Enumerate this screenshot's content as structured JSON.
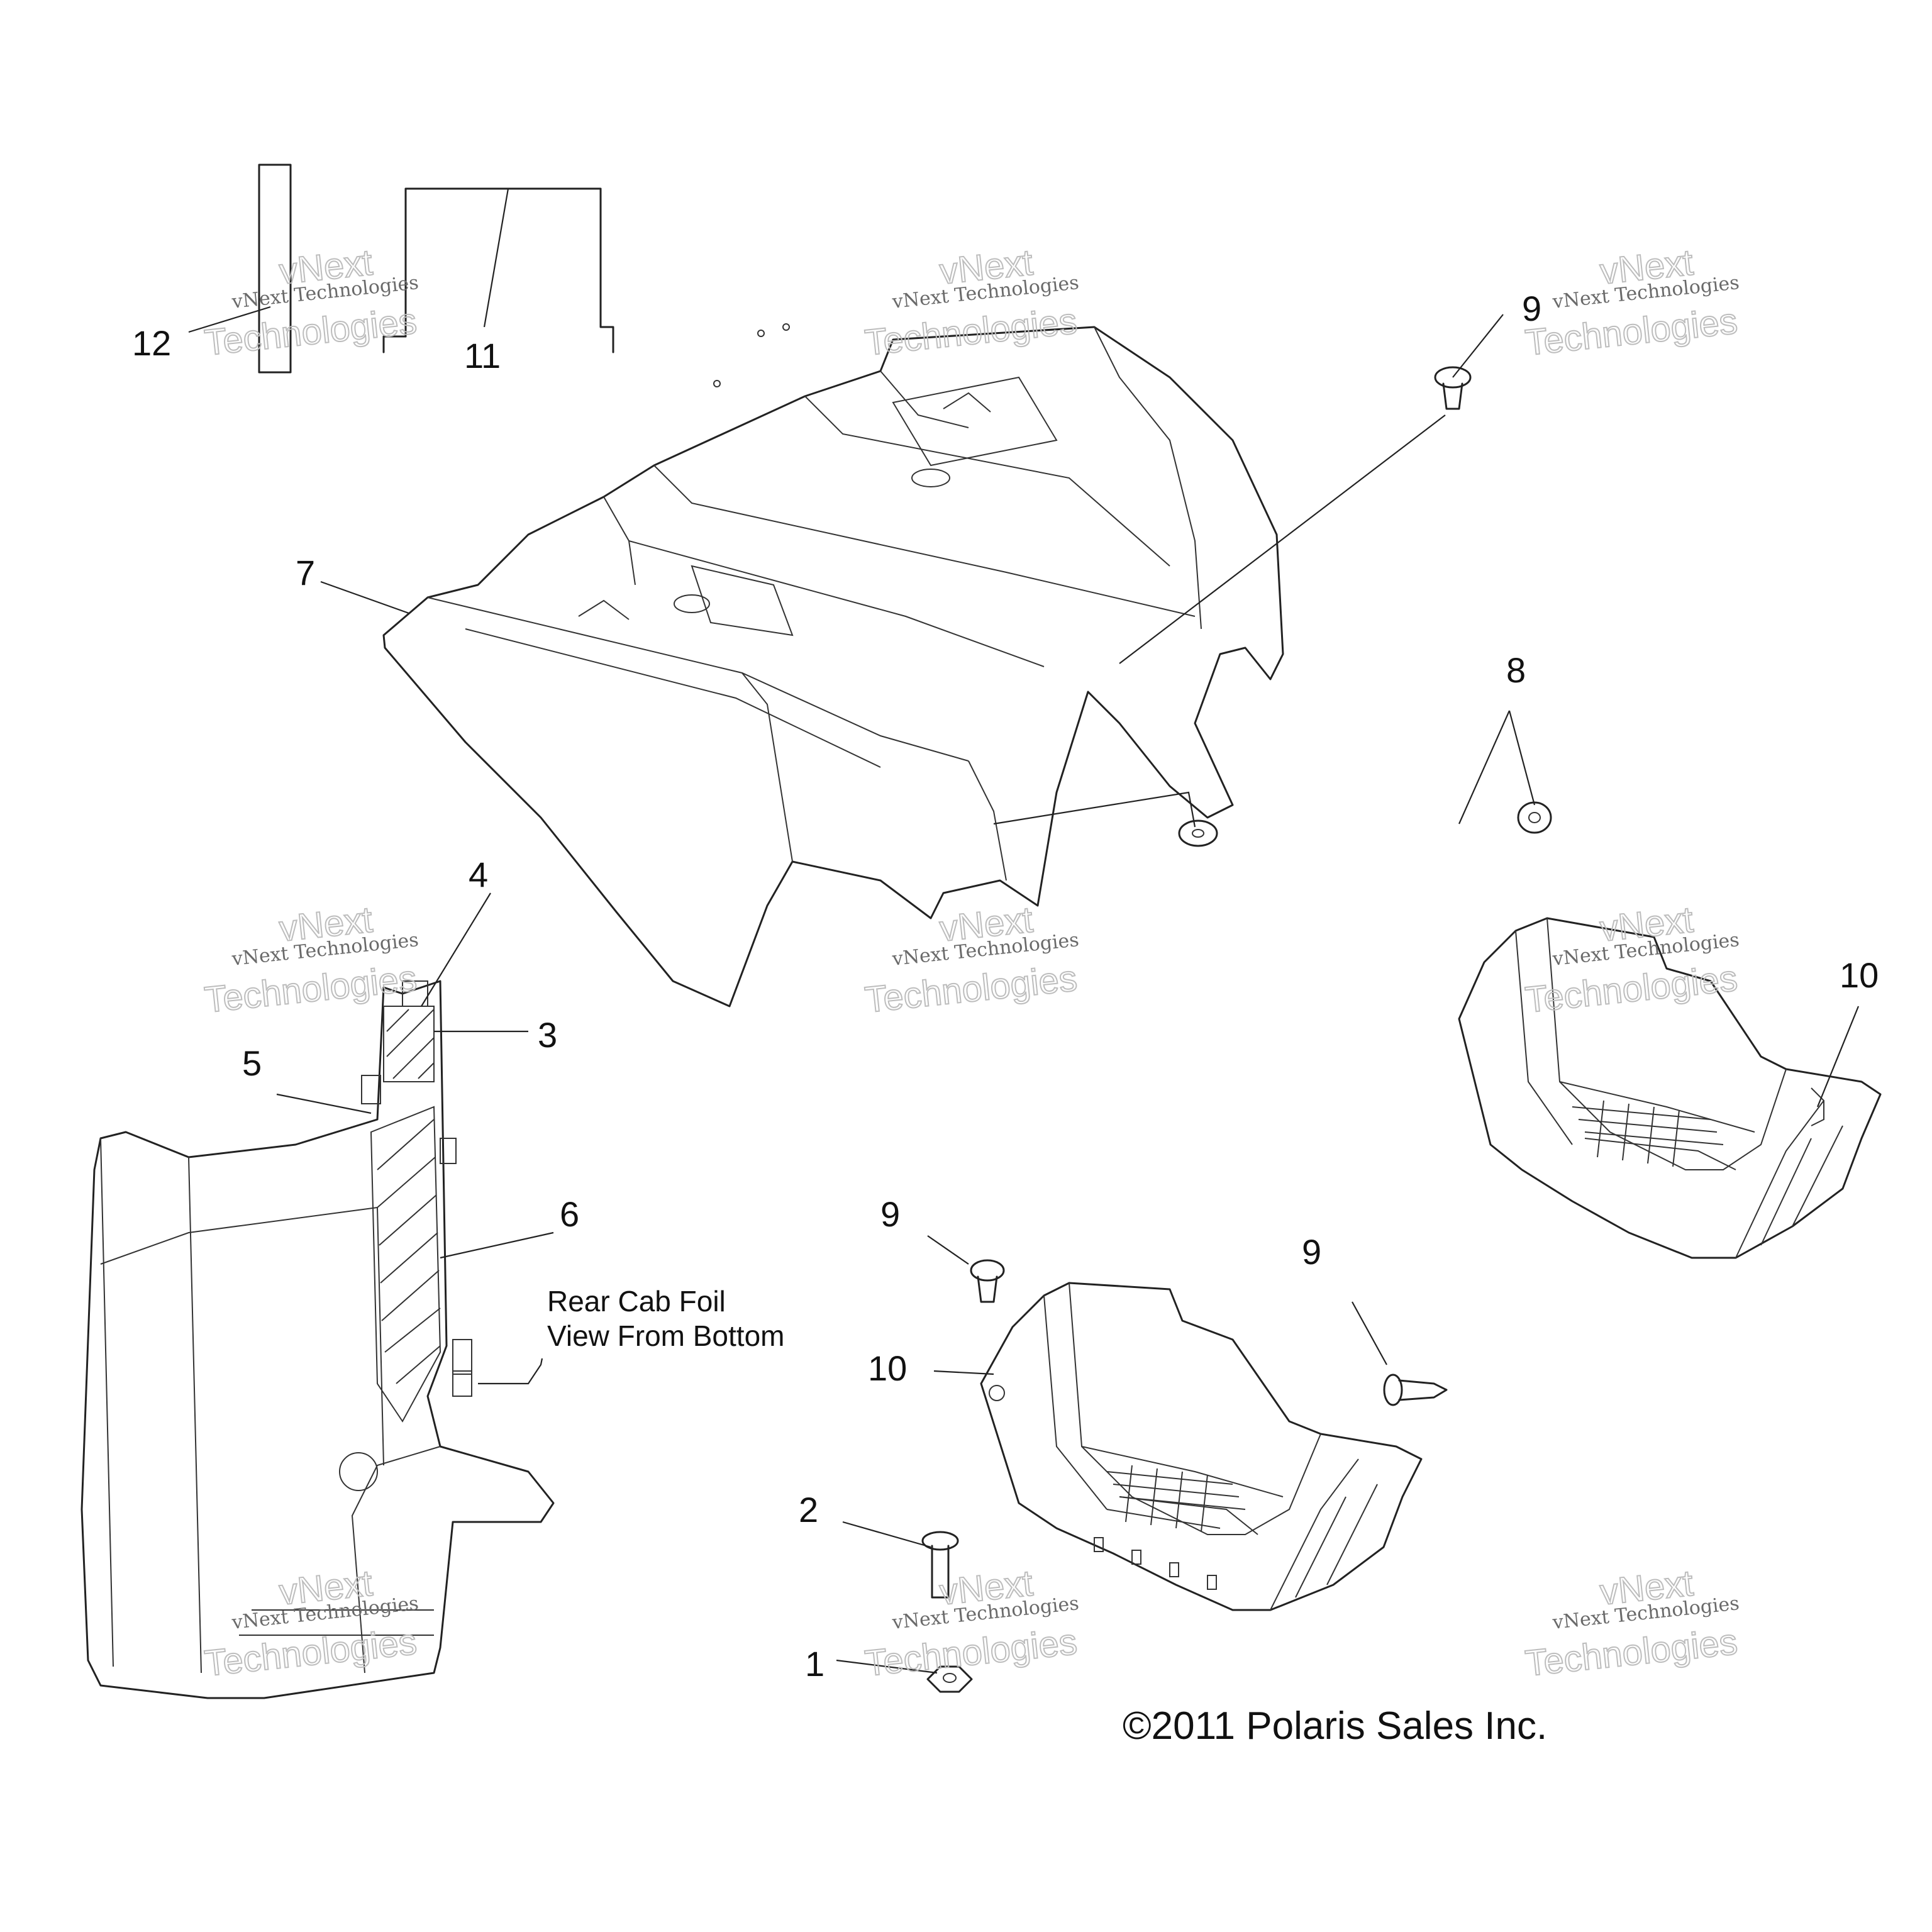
{
  "callouts": {
    "c1": "1",
    "c2": "2",
    "c3": "3",
    "c4": "4",
    "c5": "5",
    "c6": "6",
    "c7": "7",
    "c8": "8",
    "c9a": "9",
    "c9b": "9",
    "c9c": "9",
    "c10a": "10",
    "c10b": "10",
    "c11": "11",
    "c12": "12"
  },
  "caption": {
    "line1": "Rear Cab Foil",
    "line2": "View From Bottom"
  },
  "copyright": "©2011 Polaris Sales Inc.",
  "watermark": {
    "top": "vNext Technologies",
    "top2": "vNext",
    "big": "Technologies"
  }
}
